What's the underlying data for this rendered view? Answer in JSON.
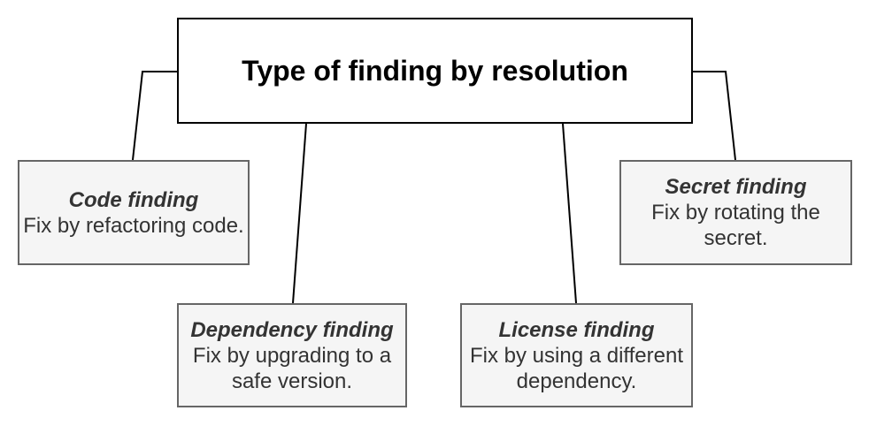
{
  "diagram": {
    "root": {
      "title": "Type of finding by resolution"
    },
    "nodes": [
      {
        "id": "code",
        "title": "Code finding",
        "body": "Fix by refactoring code."
      },
      {
        "id": "dependency",
        "title": "Dependency finding",
        "body": "Fix by upgrading to a safe version."
      },
      {
        "id": "license",
        "title": "License finding",
        "body": "Fix by using a different dependency."
      },
      {
        "id": "secret",
        "title": "Secret finding",
        "body": "Fix by rotating the secret."
      }
    ],
    "edges": [
      {
        "from": "root",
        "to": "code"
      },
      {
        "from": "root",
        "to": "dependency"
      },
      {
        "from": "root",
        "to": "license"
      },
      {
        "from": "root",
        "to": "secret"
      }
    ],
    "colors": {
      "background": "#ffffff",
      "root_fill": "#ffffff",
      "root_border": "#000000",
      "root_text": "#000000",
      "node_fill": "#f5f5f5",
      "node_border": "#666666",
      "node_text": "#333333",
      "connector": "#000000"
    }
  }
}
